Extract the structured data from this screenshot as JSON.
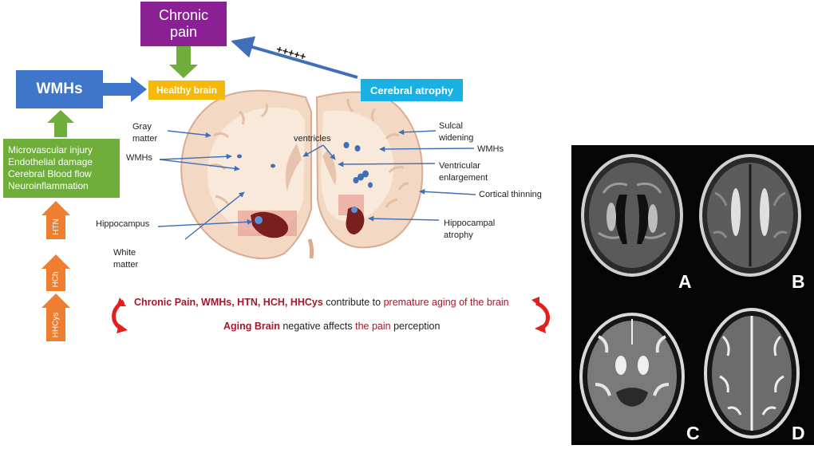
{
  "boxes": {
    "chronic_pain": [
      "Chronic",
      "pain"
    ],
    "wmhs": "WMHs",
    "healthy_brain": "Healthy brain",
    "cerebral_atrophy": "Cerebral atrophy",
    "mechanisms": [
      "Microvascular injury",
      "Endothelial damage",
      "Cerebral Blood flow",
      "Neuroinflammation"
    ]
  },
  "risk_factors": [
    "HTN",
    "HCh",
    "HHCys"
  ],
  "plus_marks": "+++++",
  "labels": {
    "gray_matter": [
      "Gray",
      "matter"
    ],
    "wmhs_left": "WMHs",
    "ventricles": "ventricles",
    "sulcal": [
      "Sulcal",
      "widening"
    ],
    "wmhs_right": "WMHs",
    "ventricular": [
      "Ventricular",
      "enlargement"
    ],
    "cortical": "Cortical thinning",
    "hippocampus": "Hippocampus",
    "hipp_atrophy": [
      "Hippocampal",
      "atrophy"
    ],
    "white_matter": [
      "White",
      "matter"
    ]
  },
  "sentence1": {
    "emph": "Chronic Pain, WMHs, HTN, HCH, HHCys",
    "mid": " contribute to ",
    "end": "premature aging of the brain"
  },
  "sentence2": {
    "emph": "Aging Brain",
    "mid": " negative affects ",
    "end": "the pain",
    "tail": " perception"
  },
  "mri": {
    "letters": [
      "A",
      "B",
      "C",
      "D"
    ]
  },
  "colors": {
    "purple": "#8b1f94",
    "blue": "#3f76c9",
    "yellow": "#f4b90a",
    "cyan": "#1bb0e4",
    "green": "#6fae3a",
    "orange": "#ef7f30",
    "dark_red": "#a3192b",
    "red_arrow": "#e0201b",
    "brain": "#f3d8c4"
  }
}
